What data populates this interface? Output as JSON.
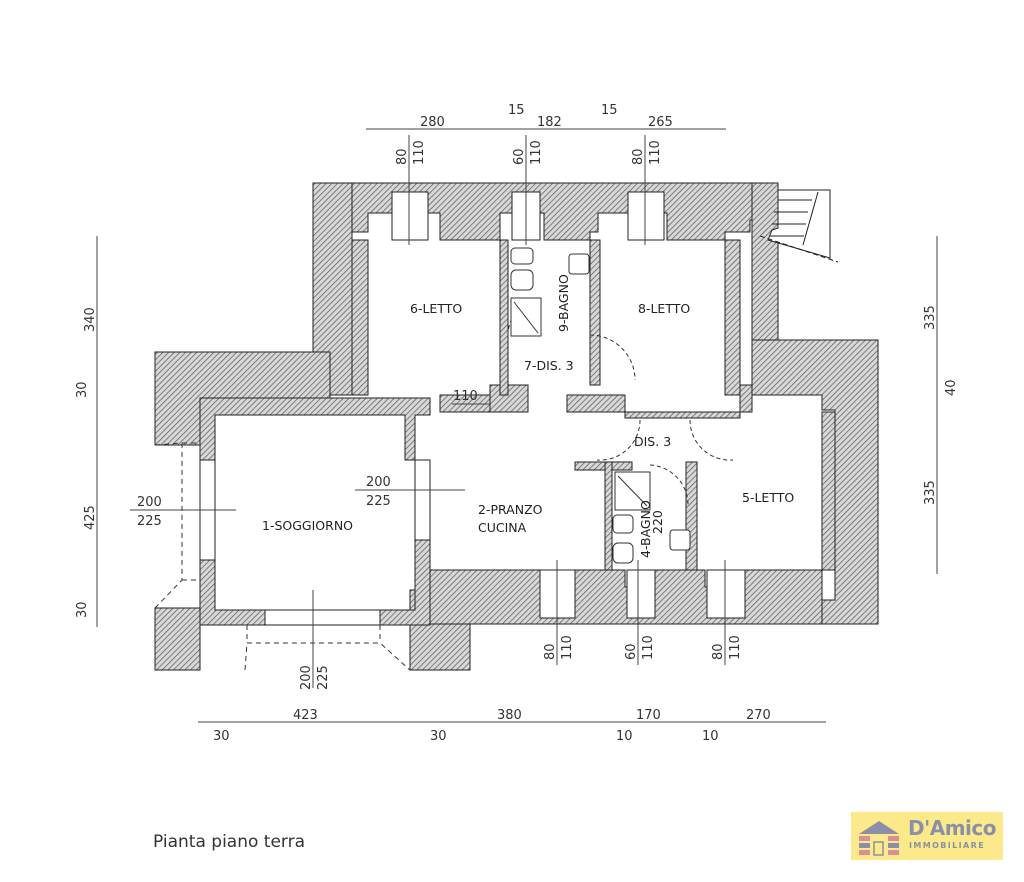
{
  "caption": "Pianta piano terra",
  "logo": {
    "name": "D'Amico",
    "subtitle": "IMMOBILIARE",
    "bg_color": "#fbe98a",
    "text_color": "#8b8fa8"
  },
  "rooms": {
    "soggiorno": "1-SOGGIORNO",
    "pranzo_line1": "2-PRANZO",
    "pranzo_line2": "CUCINA",
    "bagno4": "4-BAGNO",
    "bagno4_dim": "220",
    "letto5": "5-LETTO",
    "letto6": "6-LETTO",
    "dis7": "7-DIS. 3",
    "letto8": "8-LETTO",
    "bagno9": "9-BAGNO",
    "dis3": "DIS. 3"
  },
  "dimensions": {
    "top": [
      "280",
      "182",
      "265"
    ],
    "top_offsets": [
      "15",
      "15"
    ],
    "top_windows": [
      {
        "w": "80",
        "h": "110"
      },
      {
        "w": "60",
        "h": "110"
      },
      {
        "w": "80",
        "h": "110"
      }
    ],
    "bottom": [
      "423",
      "380",
      "170",
      "270"
    ],
    "bottom_offsets": [
      "30",
      "30",
      "10",
      "10"
    ],
    "bottom_windows": [
      {
        "w": "200",
        "h": "225"
      },
      {
        "w": "80",
        "h": "110"
      },
      {
        "w": "60",
        "h": "110"
      },
      {
        "w": "80",
        "h": "110"
      }
    ],
    "left": [
      "340",
      "425"
    ],
    "left_offsets": [
      "30",
      "30"
    ],
    "left_window": {
      "w": "200",
      "h": "225"
    },
    "interior_door": {
      "w": "200",
      "h": "225"
    },
    "right": [
      "335",
      "335"
    ],
    "right_offset": "40",
    "corridor_opening": "110"
  }
}
